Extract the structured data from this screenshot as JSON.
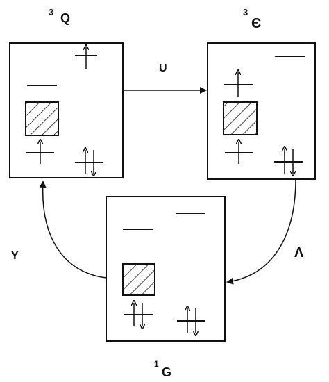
{
  "states": {
    "left": {
      "superscript": "3",
      "label": "Q"
    },
    "right": {
      "superscript": "3",
      "label": "Є"
    },
    "bottom": {
      "superscript": "1",
      "label": "G"
    }
  },
  "transitions": {
    "left_to_right": "U",
    "right_to_bottom": "Λ",
    "bottom_to_left": "Y"
  },
  "colors": {
    "ink": "#111111",
    "background": "#ffffff"
  }
}
